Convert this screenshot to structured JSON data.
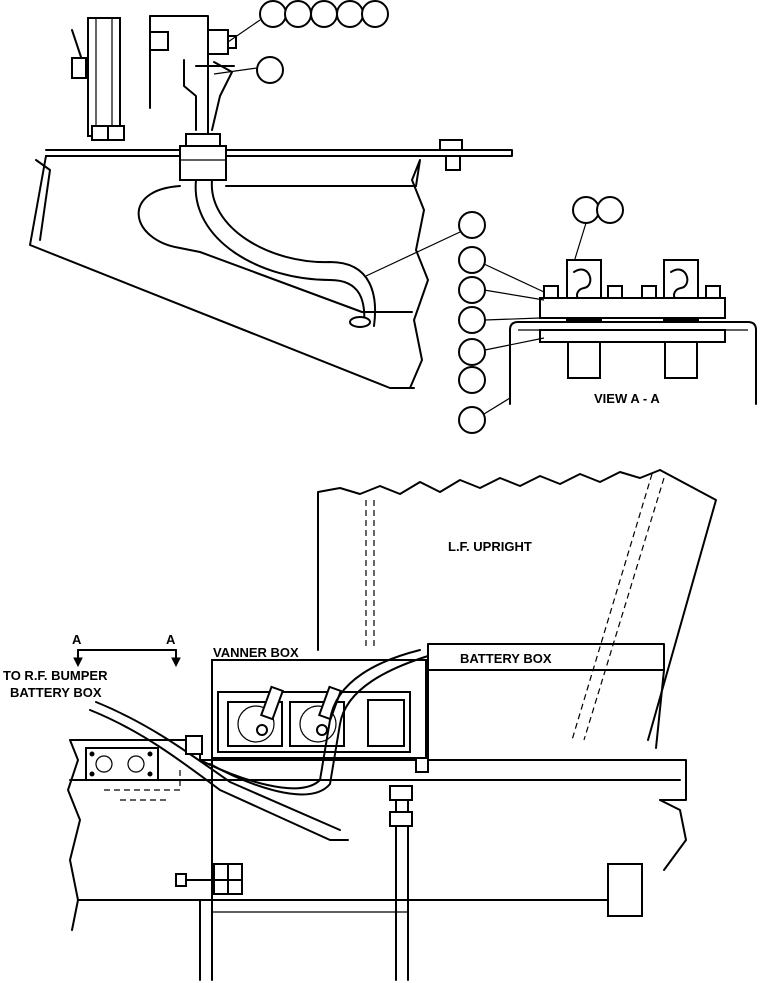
{
  "labels": {
    "view": "VIEW A - A",
    "upright": "L.F. UPRIGHT",
    "vanner": "VANNER BOX",
    "battery": "BATTERY BOX",
    "bumper_line1": "TO R.F. BUMPER",
    "bumper_line2": "BATTERY BOX",
    "section_left": "A",
    "section_right": "A"
  },
  "colors": {
    "ink": "#000000",
    "paper": "#ffffff"
  }
}
